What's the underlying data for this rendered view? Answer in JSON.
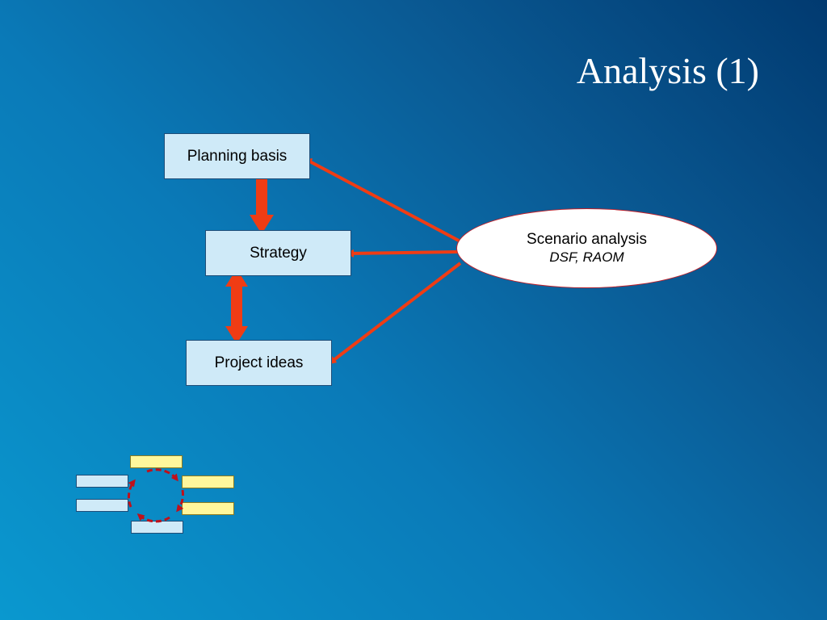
{
  "slide": {
    "title": "Analysis (1)"
  },
  "diagram": {
    "boxes": {
      "planning_basis": "Planning basis",
      "strategy": "Strategy",
      "project_ideas": "Project ideas"
    },
    "scenario": {
      "title": "Scenario analysis",
      "subtitle": "DSF, RAOM"
    }
  },
  "colors": {
    "background_dark": "#013a70",
    "background_light": "#0a98cf",
    "box_fill": "#cfeaf8",
    "arrow_red": "#f03c14",
    "cycle_red": "#c0101a",
    "mini_yellow": "#fff79c"
  },
  "icons": {
    "cycle": "cycle-arrows-icon"
  }
}
